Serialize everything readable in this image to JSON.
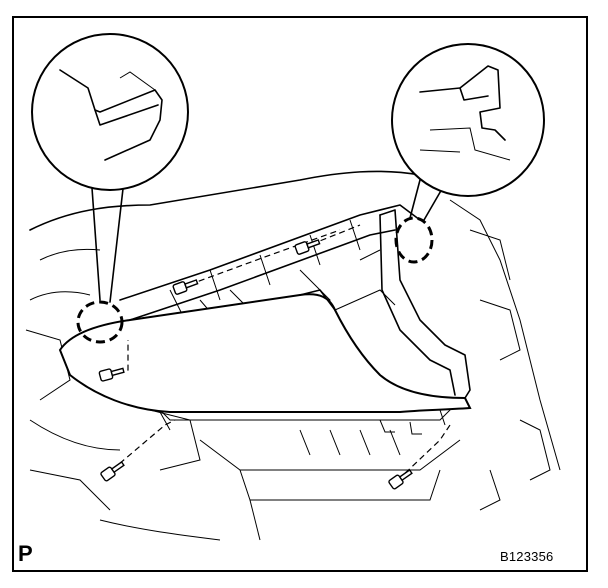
{
  "figure": {
    "corner_letter": "P",
    "figure_id": "B123356",
    "colors": {
      "ink": "#000000",
      "paper": "#ffffff"
    },
    "icons": [
      "left-detail-circle",
      "right-detail-circle",
      "glove-box-panel",
      "screw-icon"
    ]
  }
}
